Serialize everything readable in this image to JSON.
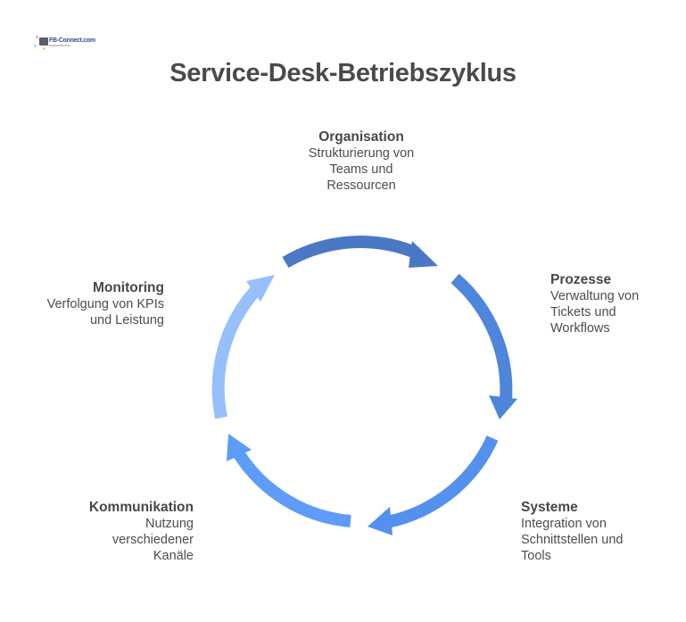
{
  "logo": {
    "text": "FB-Connect.com",
    "name": "company-logo"
  },
  "title": "Service-Desk-Betriebszyklus",
  "stages": [
    {
      "id": "organisation",
      "title": "Organisation",
      "description": "Strukturierung von\nTeams und\nRessourcen",
      "color": "#4a78c4"
    },
    {
      "id": "prozesse",
      "title": "Prozesse",
      "description": "Verwaltung von\nTickets und\nWorkflows",
      "color": "#4f86dc"
    },
    {
      "id": "systeme",
      "title": "Systeme",
      "description": "Integration von\nSchnittstellen und\nTools",
      "color": "#5490ee"
    },
    {
      "id": "kommunikation",
      "title": "Kommunikation",
      "description": "Nutzung\nverschiedener\nKanäle",
      "color": "#5f9cfa"
    },
    {
      "id": "monitoring",
      "title": "Monitoring",
      "description": "Verfolgung von KPIs\nund Leistung",
      "color": "#96c0fb"
    }
  ]
}
